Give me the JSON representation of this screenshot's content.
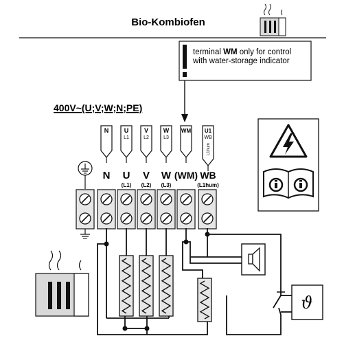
{
  "header": {
    "title": "Bio-Kombiofen"
  },
  "note": {
    "line1_pre": "terminal ",
    "line1_term": "WM",
    "line1_post": " only for control",
    "line2": "with water-storage indicator",
    "icon": "exclamation-icon"
  },
  "supply": {
    "label": "400V~(U;V;W;N;PE)"
  },
  "cable_tags": [
    {
      "top": "N",
      "bottom": ""
    },
    {
      "top": "U",
      "bottom": "L1"
    },
    {
      "top": "V",
      "bottom": "L2"
    },
    {
      "top": "W",
      "bottom": "L3"
    },
    {
      "top": "WM",
      "bottom": ""
    },
    {
      "top": "U1",
      "bottom": "WB",
      "extra": "L1hum"
    }
  ],
  "terminals": {
    "pe_icon": "ground-icon",
    "main": [
      "N",
      "U",
      "V",
      "W",
      "(WM)",
      "WB"
    ],
    "sub": [
      "",
      "(L1)",
      "(L2)",
      "(L3)",
      "",
      "(L1hum)"
    ]
  },
  "warning": {
    "icons": [
      "high-voltage-icon",
      "read-manual-icon"
    ]
  },
  "components": {
    "sauna_stove_icon": "sauna-stove-icon",
    "speaker_icon": "speaker-icon",
    "switch_icon": "switch-icon",
    "control_symbol": "𝜗"
  },
  "colors": {
    "line": "#111111",
    "fill_gray": "#d9d9d9",
    "background": "#ffffff"
  }
}
